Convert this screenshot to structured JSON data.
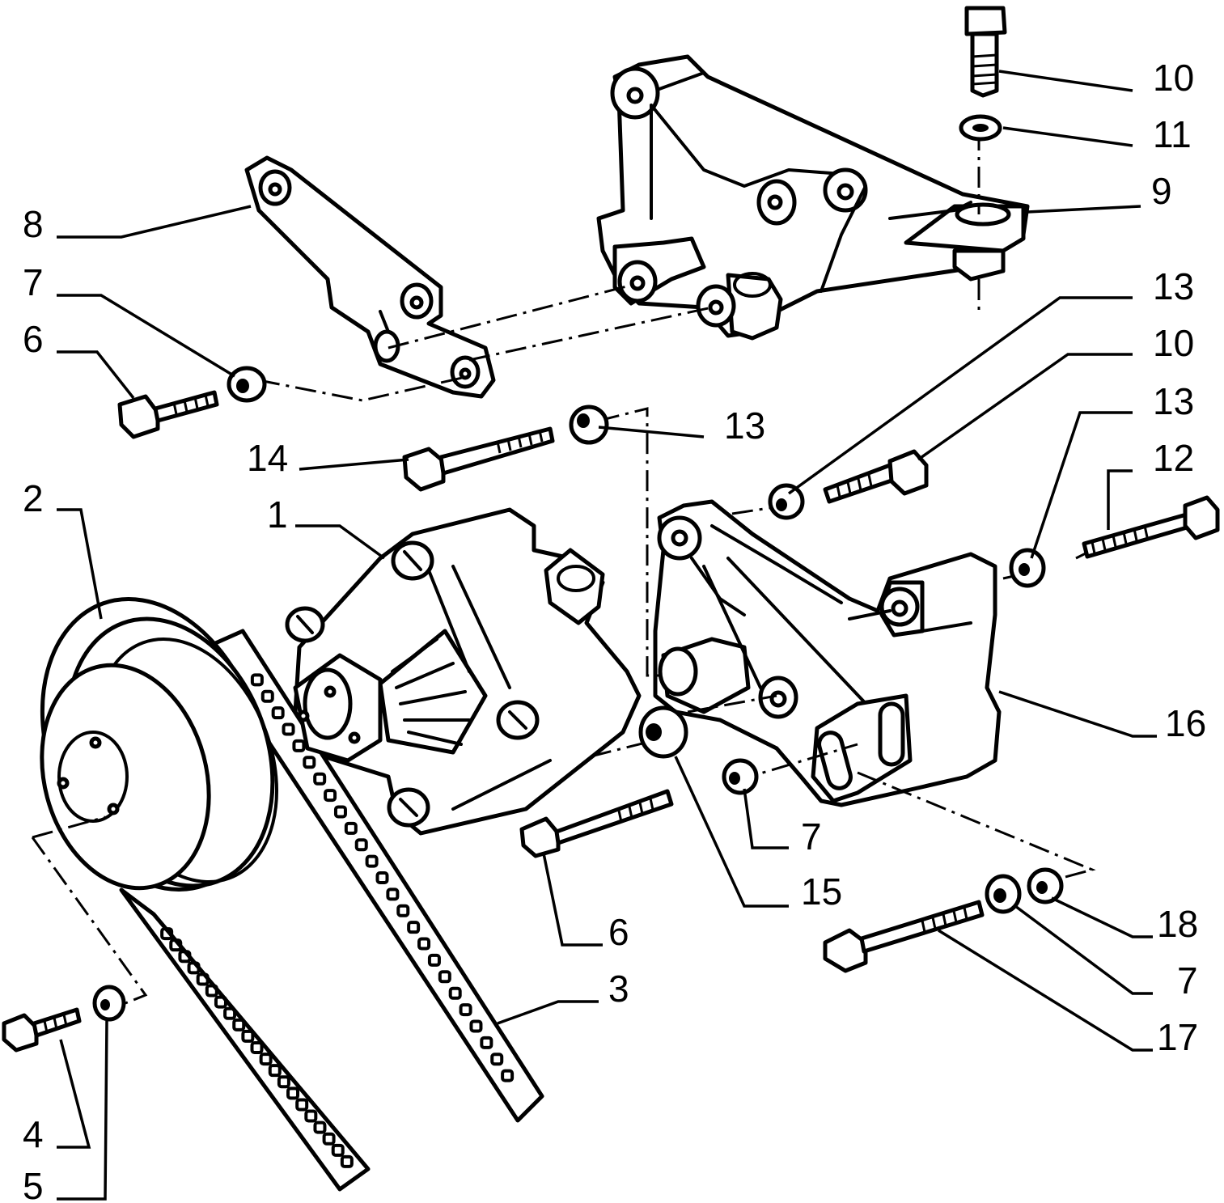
{
  "diagram": {
    "callouts": [
      {
        "id": "c1",
        "text": "1"
      },
      {
        "id": "c2",
        "text": "2"
      },
      {
        "id": "c3",
        "text": "3"
      },
      {
        "id": "c4",
        "text": "4"
      },
      {
        "id": "c5",
        "text": "5"
      },
      {
        "id": "c6a",
        "text": "6"
      },
      {
        "id": "c6b",
        "text": "6"
      },
      {
        "id": "c7a",
        "text": "7"
      },
      {
        "id": "c7b",
        "text": "7"
      },
      {
        "id": "c7c",
        "text": "7"
      },
      {
        "id": "c8",
        "text": "8"
      },
      {
        "id": "c9",
        "text": "9"
      },
      {
        "id": "c10a",
        "text": "10"
      },
      {
        "id": "c10b",
        "text": "10"
      },
      {
        "id": "c11",
        "text": "11"
      },
      {
        "id": "c12",
        "text": "12"
      },
      {
        "id": "c13a",
        "text": "13"
      },
      {
        "id": "c13b",
        "text": "13"
      },
      {
        "id": "c13c",
        "text": "13"
      },
      {
        "id": "c14",
        "text": "14"
      },
      {
        "id": "c15",
        "text": "15"
      },
      {
        "id": "c16",
        "text": "16"
      },
      {
        "id": "c17",
        "text": "17"
      },
      {
        "id": "c18",
        "text": "18"
      }
    ]
  }
}
